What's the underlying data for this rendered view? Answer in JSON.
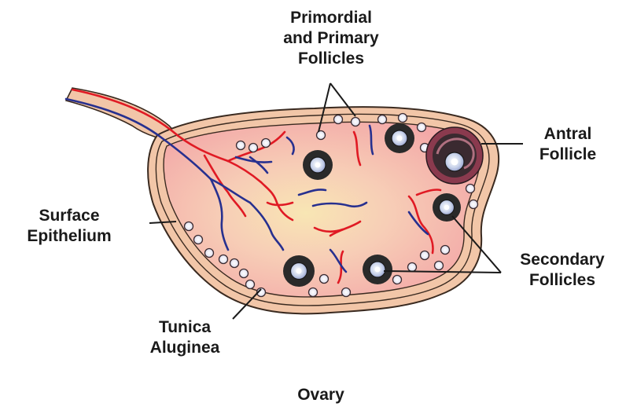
{
  "labels": {
    "primordial": [
      "Primordial",
      "and Primary",
      "Follicles"
    ],
    "antral": [
      "Antral",
      "Follicle"
    ],
    "surface": [
      "Surface",
      "Epithelium"
    ],
    "secondary": [
      "Secondary",
      "Follicles"
    ],
    "tunica": [
      "Tunica",
      "Aluginea"
    ],
    "caption": "Ovary"
  },
  "colors": {
    "tissue_outer": "#f2c6a8",
    "tissue_inner": "#f5b8b0",
    "tissue_center": "#f8e6b4",
    "artery": "#e01a24",
    "vein": "#27308f",
    "follicle_ring": "#2a2a2a",
    "antral_outer": "#8a3a4e"
  }
}
